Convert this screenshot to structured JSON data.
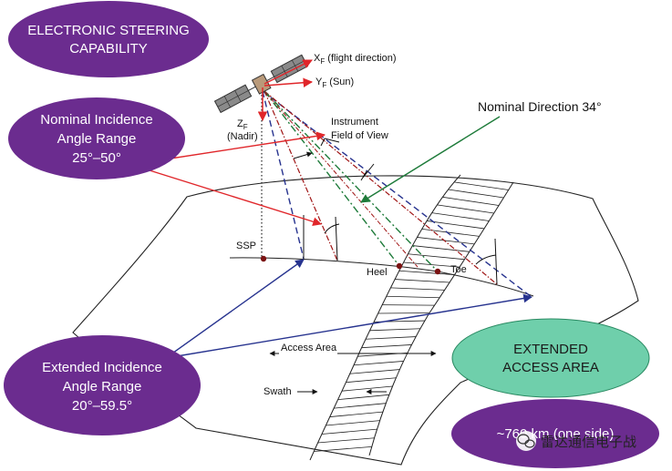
{
  "colors": {
    "bubble_purple": "#6b2c8f",
    "bubble_green": "#6fcfab",
    "red": "#e0262a",
    "dark_red": "#a01515",
    "blue": "#27338f",
    "dark_green": "#1e7b3a",
    "point_dark_red": "#7a1212"
  },
  "bubbles": {
    "steering": [
      "ELECTRONIC STEERING",
      "CAPABILITY"
    ],
    "nominal": [
      "Nominal Incidence",
      "Angle Range",
      "25°–50°"
    ],
    "extended": [
      "Extended Incidence",
      "Angle Range",
      "20°–59.5°"
    ],
    "access": [
      "EXTENDED",
      "ACCESS AREA"
    ],
    "km": "~760 km (one side)"
  },
  "labels": {
    "xf": {
      "main": "X",
      "sub": "F",
      "rest": " (flight direction)"
    },
    "yf": {
      "main": "Y",
      "sub": "F",
      "rest": " (Sun)"
    },
    "zf": {
      "main": "Z",
      "sub": "F",
      "rest": "(Nadir)"
    },
    "instrument": [
      "Instrument",
      "Field of View"
    ],
    "nominal_direction": "Nominal Direction 34°",
    "ssp": "SSP",
    "heel": "Heel",
    "toe": "Toe",
    "access_area": "Access Area",
    "swath": "Swath"
  },
  "watermark": {
    "icon": "wechat-icon",
    "text": "雷达通信电子战"
  }
}
